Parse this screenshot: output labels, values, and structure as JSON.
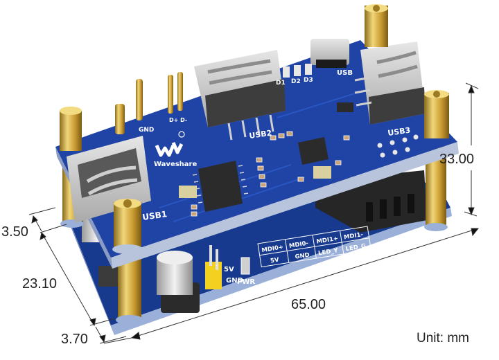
{
  "image": {
    "subject": "Waveshare USB HUB / Ethernet HAT board stack with dimension annotations",
    "brand_logo_text": "Waveshare",
    "unit_label": "Unit: mm"
  },
  "dimensions": {
    "height": "33.00",
    "length": "65.00",
    "width_total": "23.10",
    "offset_top": "3.50",
    "offset_bottom": "3.70"
  },
  "silkscreen": {
    "gnd_pin": "GND",
    "data_pins": "D+ D-",
    "usb1": "USB1",
    "usb2": "USB2",
    "usb3": "USB3",
    "usb_micro": "USB",
    "leds": [
      "D1",
      "D2",
      "D3"
    ],
    "power_header": [
      "5V",
      "GND"
    ],
    "pwr_led": "PWR",
    "pin_table": [
      [
        "MDI0+",
        "MDI0-",
        "MDI1+",
        "MDI1-"
      ],
      [
        "5V",
        "GND",
        "LED_Y",
        "LED_G"
      ]
    ]
  },
  "colors": {
    "pcb_blue": "#1a3f9c",
    "pcb_blue_dark": "#122d73",
    "brass": "#d9b040",
    "usb_metal": "#c8c8c8",
    "text": "#222222"
  }
}
